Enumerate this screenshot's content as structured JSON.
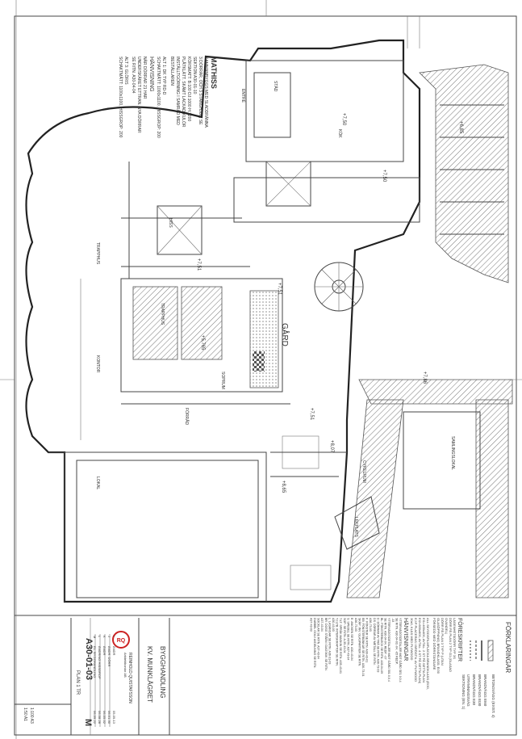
{
  "drawing": {
    "rooms": {
      "courtyard": "GÅRD",
      "mathiss_title": "MATHISS",
      "mathiss_note": [
        "SAMMANBYGGS MED SLADDRÄNNA",
        "3 DÖRRAR, OCH 3 STÄNGHJUL, SE",
        "SEKTION A30-01-10",
        "KÖRSMATT: B:100 DJ:1000 H:1200",
        "PLÅTKLÄTT. SKÄMT LACKAD KULÖR",
        "INSTÄLLTGÖRNING I SAMRÅD MED",
        "BESTÄLLAREN"
      ],
      "alt_note": [
        "ALT 1: DK TYP RD-D",
        "SCHAKTMÅTT: 1000x1100, HISSGROP: 200"
      ],
      "hanvisning_title": "HÄNVISNING",
      "hanvisning_note": [
        "NÄR DÖRRAR 21 HAR",
        "UNDERSKÄRET ETTRAN. NYA DÖRRAR",
        "SE RITN. A30-04-04"
      ],
      "alt2_note": [
        "ALT 3: GLÖRIS",
        "SCHAKTMÅTT: 1100x1100, HISSGROP: 200"
      ],
      "labels": [
        "TRAPPHUS",
        "KONTOR",
        "LOKAL",
        "HISS",
        "ENTRÉ",
        "STÄD",
        "TRAPPHUS",
        "KÖK",
        "SOPRUM",
        "FÖRRÅD",
        "CYKELRUM",
        "SAMLINGSLOKAL",
        "LEKPLATS"
      ],
      "levels": [
        "+7,50",
        "+7,50",
        "+7,51",
        "+7,51",
        "+5,765",
        "+7,51",
        "+7,86",
        "+8,07",
        "+8,65",
        "+6,85"
      ]
    }
  },
  "title_block": {
    "project": "KV. MUNKLÄGRET",
    "stage": "BYGGHANDLING",
    "company": "REINHOLD QUISTAFSSON",
    "company_sub": "Arkitektkontor AB",
    "logo_text": "RQ",
    "drawing_number": "A30-01-03",
    "revision": "M",
    "drawing_title": "PLAN 1 TR",
    "scale": "1:50 A1",
    "scale2": "1:100 A3",
    "revisions": [
      {
        "id": "M",
        "text": "EL. BYGGHANDLING",
        "date": "06-09-22"
      },
      {
        "id": "L",
        "text": "ÄNDRING HISSGROP",
        "date": "06-08-28"
      },
      {
        "id": "K",
        "text": "ÄNDR",
        "date": "06-05-02"
      },
      {
        "id": "J",
        "text": "ÄNDR. DÖRR",
        "date": "06-01-30"
      },
      {
        "id": "I",
        "text": "ÄNDR",
        "date": "05-09-13"
      }
    ]
  },
  "legend": {
    "title": "FÖRKLARINGAR",
    "items": [
      "BETONGVÄGG (EXIST. 4)",
      "BRANDVÄGG EI60",
      "BRANDVÄGG EI30",
      "BRANDVÄGG E30",
      "UTRYMNINGSVÄG",
      "SEKTIONING (EN. 1)"
    ]
  },
  "regulations": {
    "title": "FÖRESKRIFTER",
    "lines": [
      "LÄGENHETSDÖRR TYP 3S",
      "DÖRR PÅ PLAN 2 TYP G1 (GLASAD",
      "OVANDEL)",
      "DÖRR PÅ PLAN 3 TYP P (UTAN",
      "GLASÖPPNING) BRANDKLASS: EI30",
      "FÖRSEDD MED DÖRRSTÄNGARE",
      "",
      "ALL SKYDDSFILMFLÄCKA BRANDKLASS (EI30,",
      "EI1=400x400, AVTAL. 2 ST PÅ SETTA PLAN",
      "EI2=600x600, AVTAL. 4 ST PÅ SETTA PLAN)",
      "EJ:P PLACERAS I BRÖSTN. AV PLYWOOD",
      "30x0, KLÄS MED PLYWOOD"
    ]
  },
  "references": {
    "title": "HÄNVISNINGAR",
    "lines": [
      "YTTERVÄGGSDETALJER MOT GÅRD SE1 0,0,4",
      "SE RITN. A30-04-03,-04, -05 REDP.",
      "-13",
      "YTTERVÄGGSDETALJER MOT GÅRD 501 0,0,4",
      "SE RITN. A30-04-04, REDP. -07",
      "BL. FÖNSTERBLECK SE RITN. A30-04-09",
      "D: DÖRRAR AV TRÄ SE RITN. A36-73-03",
      "DS: DÖRRAR AV METALL SE RITN.",
      "A36-73-03",
      "F: FÖNSTER SE RITN. A30-43-01",
      "EB: FÖNSTERBÄNKAR SE RITN. A30-73-01",
      "SKÅP: INV. GLASPARTIER SE RITN.",
      "A36-73-03",
      "E: ANCKEN SE RITN. A30-43-04",
      "S: SPEGEL SE RITN. A37-43-04",
      "SOP: SE RITN. A-35-43-04",
      "T:LT: SPRÅK MASKIN SE RITN. A35-43-01",
      "TJ:LTB: INTERSKRAPTOR SE RITN.",
      "A30-43-03",
      "L: LASÄNGAR SE RITN. A36-31-03",
      "BR: DOSG STÅEN I DAGSKIK SE RITN.",
      "A37-43-04",
      "SOCKLAR SE RITN. A37-43-04",
      "DUBBEL GOLV AVDELNING SE RITN.",
      "A37-43-03"
    ]
  }
}
